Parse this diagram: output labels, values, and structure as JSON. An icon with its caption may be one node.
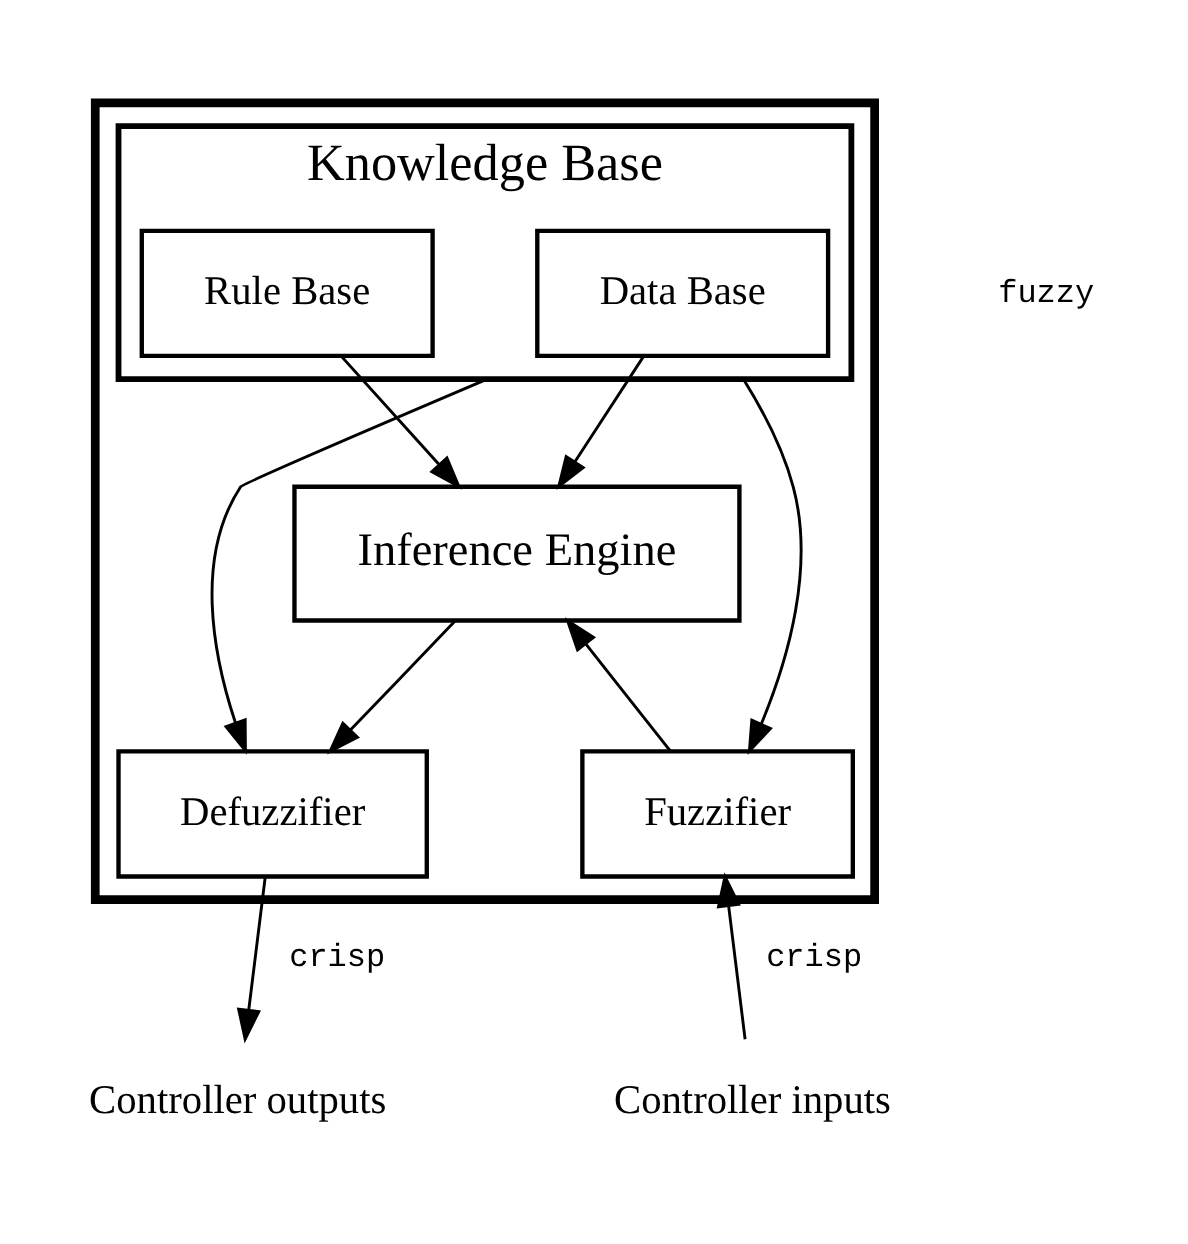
{
  "diagram": {
    "nodes": [
      {
        "text": [],
        "shape": "box"
      },
      {
        "text": [
          "Knowledge Base"
        ],
        "in": 0
      },
      {
        "text": [
          "Data Base"
        ],
        "in": 1
      },
      {
        "text": [
          "Rule Base"
        ],
        "in": 1
      },
      {
        "text": [
          "Inference Engine"
        ],
        "in": 0
      },
      {
        "text": [
          "Fuzzifier"
        ],
        "in": 0
      },
      {
        "text": [
          "Defuzzifier"
        ],
        "in": 0
      },
      {
        "text": [
          "Controller inputs"
        ]
      },
      {
        "text": [
          "Controller outputs"
        ]
      }
    ],
    "edges": [
      {
        "from": 2,
        "to": 4,
        "arrow": "to"
      },
      {
        "from": 3,
        "to": 4,
        "arrow": "to"
      },
      {
        "from": 1,
        "to": 5,
        "arrow": "to"
      },
      {
        "from": 1,
        "to": 6,
        "arrow": "to"
      },
      {
        "from": 5,
        "to": 4,
        "arrow": "to"
      },
      {
        "from": 4,
        "to": 6,
        "arrow": "to"
      },
      {
        "from": 7,
        "to": 5,
        "arrow": "to",
        "label": "crisp"
      },
      {
        "from": 6,
        "to": 8,
        "arrow": "to",
        "label": "crisp"
      }
    ],
    "labels": [
      "fuzzy"
    ]
  }
}
